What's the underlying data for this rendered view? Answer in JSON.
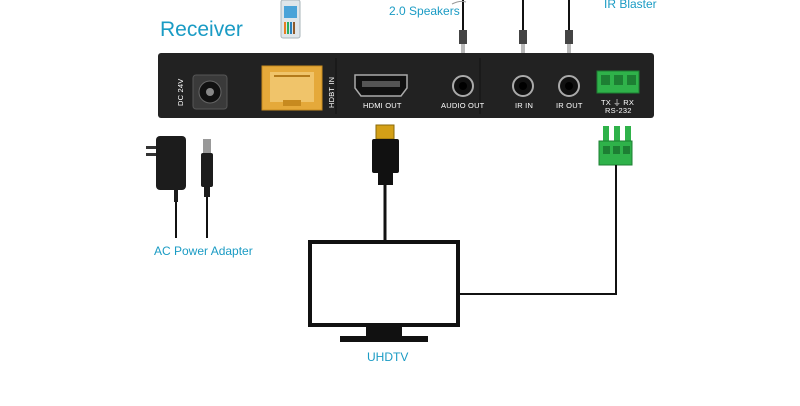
{
  "diagram": {
    "title": "Receiver",
    "top_labels": {
      "speakers": "2.0 Speakers",
      "ir_blaster": "IR Blaster"
    },
    "ports": {
      "dc": "DC 24V",
      "hdbt": "HDBT IN",
      "hdmi_out": "HDMI OUT",
      "audio_out": "AUDIO OUT",
      "ir_in": "IR IN",
      "ir_out": "IR OUT",
      "rs232_pins": "TX  ⏚  RX",
      "rs232": "RS-232"
    },
    "devices": {
      "power_adapter": "AC Power Adapter",
      "tv": "UHDTV"
    },
    "colors": {
      "label": "#1a9bc4",
      "device_body": "#222222",
      "hdbt_port": "#e5a93a",
      "terminal_block": "#2fb24a"
    }
  }
}
